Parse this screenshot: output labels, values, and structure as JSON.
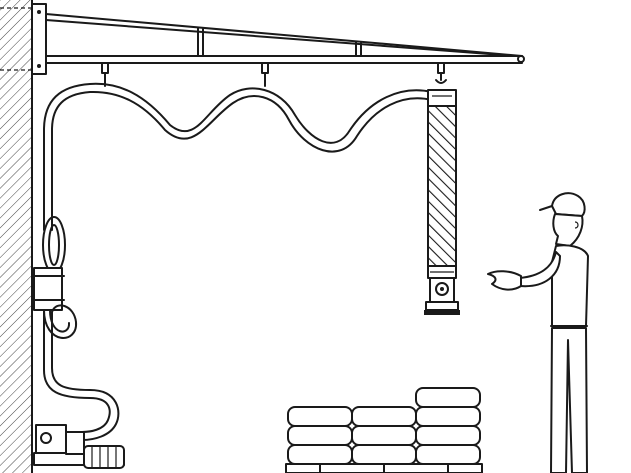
{
  "diagram": {
    "kind": "jib-crane-vacuum-tube-lifter-illustration",
    "colors": {
      "line": "#1a1a1a",
      "background": "#ffffff",
      "hatch": "#444444"
    },
    "components": [
      "wall",
      "jib-arm",
      "vacuum-hose",
      "tube-lifter",
      "vacuum-pump",
      "operator",
      "sack-pallet"
    ]
  }
}
